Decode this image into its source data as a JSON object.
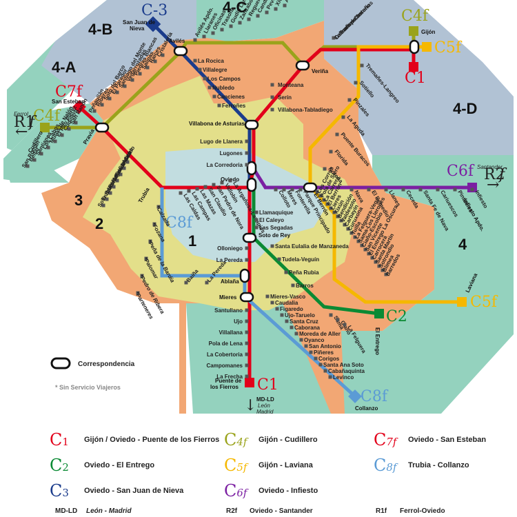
{
  "zones": {
    "z1": "1",
    "z2": "2",
    "z3": "3",
    "z4": "4",
    "z4a": "4-A",
    "z4b": "4-B",
    "z4c": "4-C",
    "z4d": "4-D"
  },
  "terminals": {
    "gijon": "Gijón",
    "san_esteban": "San Esteban",
    "san_juan_1": "San Juan de",
    "san_juan_2": "Nieva",
    "aviles": "Avilés",
    "veriña": "Veriña",
    "cudillero": "Cudillero",
    "infiesto_apdo": "Infiesto Apdo.",
    "laviana": "Laviana",
    "el_entrego": "El Entrego",
    "collanzo": "Collanzo",
    "puente_1": "Puente de",
    "puente_2": "los Fierros",
    "oviedo": "Oviedo",
    "trubia": "Trubia",
    "el_berron": "El Berrón",
    "soto_de_rey": "Soto de Rey",
    "mieres": "Mieres",
    "ablana": "Ablaña",
    "villabona": "Villabona de Asturias",
    "pravia": "Pravia",
    "ferrol": "Ferrol",
    "santander": "Santander"
  },
  "arrows": {
    "r1f_code": "R1",
    "r1f_sub": "f",
    "r2f_code": "R2",
    "r2f_sub": "f",
    "mdld": "MD-LD",
    "leon": "León",
    "madrid": "Madrid"
  },
  "line_codes": {
    "c1": "C1",
    "c2": "C2",
    "c3": "C-3",
    "c4f": "C4f",
    "c5f": "C5f",
    "c6f": "C6f",
    "c7f": "C7f",
    "c8f": "C8f"
  },
  "stations": {
    "c3_top": [
      "Avilés Apdo.",
      "Llaranes",
      "Oficinas",
      "Trasona",
      "Gudín Laminación",
      "Zanzabornín",
      "Reguera",
      "Candás Apdo.",
      "Pevera",
      "Xivares",
      "Abono"
    ],
    "c1_north": [
      "La Rocica",
      "Villalegre",
      "Los Campos",
      "Nubledo",
      "Cancienes",
      "Ferroñes"
    ],
    "c1_mid": [
      "Monteana",
      "Serín",
      "Villabona-Tabladiego"
    ],
    "c5_upper": [
      "C. Transportes",
      "Tremañes-Carreño",
      "Calzada de Asturias"
    ],
    "c5_east": [
      "Tremañes-Langreo",
      "Sotiello",
      "Pinzales",
      "La Aguda",
      "Puente Buracos",
      "Florida",
      "Noreña"
    ],
    "west_aviles": [
      "Cristalería",
      "Raíces",
      "Salinas",
      "Piedras Blancas",
      "Vegarrozadas",
      "Santiago del Monte",
      "El Parador",
      "Soto del Barco",
      "Riberas",
      "Peñaullán"
    ],
    "c4_west": [
      "San Ranón",
      "Cudillero",
      "El Pito Pièrez",
      "Muros de Nalón",
      "Los Cabos",
      "Santianes",
      "Beifar",
      "San Román"
    ],
    "c7_sw": [
      "Aces",
      "Sandiche",
      "Grado",
      "Vega",
      "Peñaflor de Grado",
      "Santa Mª de Grado",
      "Trubia",
      "Soto Udrión"
    ],
    "oviedo_north": [
      "Lugo de Llanera",
      "Lugones",
      "La Corredoria"
    ],
    "c8_sw": [
      "Las Caldas",
      "Las Campas",
      "Las Mazas",
      "San Claudio",
      "San Pedro de Nora",
      "Vallobín",
      "La Argañosa-Lavapiés"
    ],
    "c1_south_oviedo": [
      "Llamaquique",
      "El Caleyo",
      "Las Segadas"
    ],
    "c2_branch": [
      "Santa Eulalia de Manzaneda",
      "Tudela-Veguín",
      "Peña Rubia",
      "Barros"
    ],
    "c1_south": [
      "Olloniego",
      "La Pereda"
    ],
    "c8_south_c1": [
      "Santullano",
      "Ujo",
      "Villallana",
      "Pola de Lena",
      "La Cobertoria",
      "Campomanes",
      "La Frecha"
    ],
    "c8_collanzo": [
      "Mieres-Vasco",
      "Caudalia",
      "Figaredo",
      "Ujo-Taruelo",
      "Santa Cruz",
      "Caborana",
      "Moreda de Aller",
      "Oyanco",
      "San Antonio",
      "Piñeres",
      "Corigos",
      "Santa Ana Soto",
      "Cabañaquinta",
      "Levinco"
    ],
    "c8_ablana": [
      "Baiña",
      "La Pereda"
    ],
    "c8_unused": [
      "*Calzada",
      "*Fozana",
      "*Peña de la Bardia",
      "*Palomar",
      "*Pedro de Ribera",
      "*Parteneres"
    ],
    "c6_east": [
      "Nava",
      "El Remedio",
      "Llanes",
      "Ceceda",
      "Santa Fe de Nava",
      "Cariuescos",
      "Pintueles",
      "Infiesto"
    ],
    "c6_inner": [
      "Colloto",
      "Meres",
      "Fonterella",
      "Parque Principado"
    ],
    "c2_east": [
      "Sama",
      "Ciaño",
      "La Felguera"
    ],
    "c5_south": [
      "Los Corros",
      "Pola de Siero",
      "La Carrera",
      "El Berrón",
      "Lieres",
      "Xixún",
      "Bendición",
      "Valdesoto",
      "Carbayín",
      "Curuxona",
      "Tuilla",
      "La Felguera-Vega",
      "Sama-Los Llerones",
      "Ciaño-Escobio",
      "San Vicente",
      "El Entrego La Oscura",
      "Carrocera",
      "Santa Martín",
      "Sotrondio",
      "Blimea",
      "Barredos"
    ]
  },
  "legend": {
    "correspondencia": "Correspondencia",
    "sin_servicio": "* Sin Servicio Viajeros"
  },
  "routes": [
    {
      "code": "C",
      "sub": "1",
      "color": "#e2001a",
      "desc": "Gijón / Oviedo - Puente de los Fierros"
    },
    {
      "code": "C",
      "sub": "4f",
      "color": "#9aa31b",
      "desc": "Gijón - Cudillero"
    },
    {
      "code": "C",
      "sub": "7f",
      "color": "#e2001a",
      "desc": "Oviedo - San Esteban"
    },
    {
      "code": "C",
      "sub": "2",
      "color": "#0b8a34",
      "desc": "Oviedo - El Entrego"
    },
    {
      "code": "C",
      "sub": "5f",
      "color": "#f5b800",
      "desc": "Gijón - Laviana"
    },
    {
      "code": "C",
      "sub": "8f",
      "color": "#5b9bd5",
      "desc": "Trubia - Collanzo"
    },
    {
      "code": "C",
      "sub": "3",
      "color": "#1b3c8c",
      "desc": "Oviedo - San Juan de Nieva"
    },
    {
      "code": "C",
      "sub": "6f",
      "color": "#7b1fa2",
      "desc": "Oviedo - Infiesto"
    }
  ],
  "bottom": {
    "b1": "MD-LD",
    "b1b": "León - Madrid",
    "b2": "R2f",
    "b2b": "Oviedo - Santander",
    "b3": "R1f",
    "b3b": "Ferrol-Oviedo"
  },
  "colors": {
    "c1": "#e2001a",
    "c2": "#0b8a34",
    "c3": "#1b3c8c",
    "c4f": "#9aa31b",
    "c5f": "#f5b800",
    "c6f": "#7b1fa2",
    "c7f": "#e2001a",
    "c8f": "#5b9bd5",
    "zone1": "#c2dde0",
    "zone2": "#e3df8a",
    "zone3": "#f2a774",
    "zone4": "#94d2be",
    "zone4a": "#94d2be",
    "zone4b": "#b1c2d4",
    "zone4c": "#94d2be",
    "zone4d": "#b1c2d4"
  }
}
